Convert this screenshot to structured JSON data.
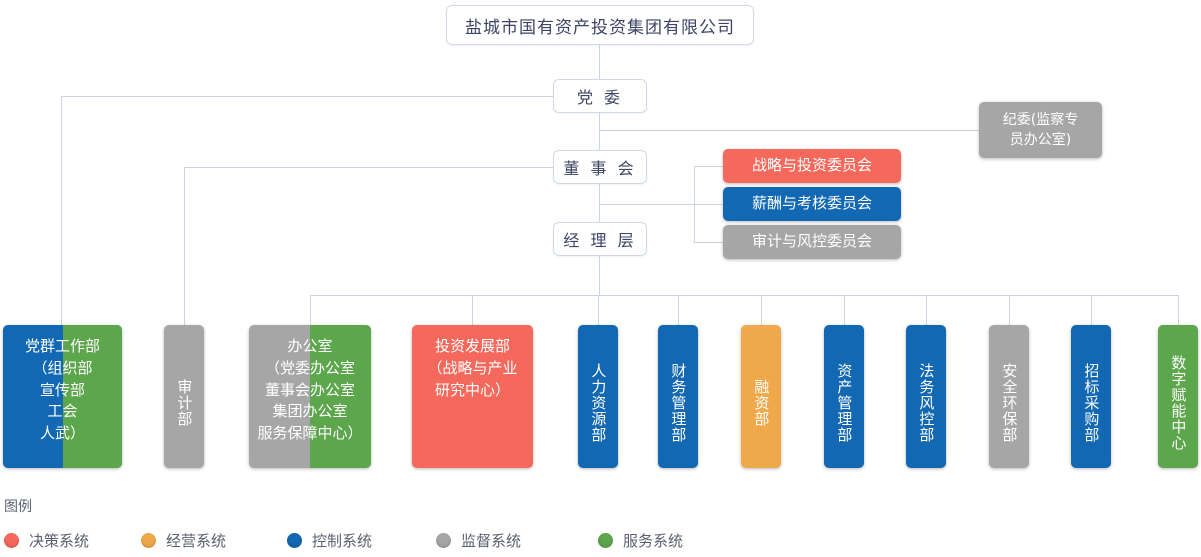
{
  "title": "盐城市国有资产投资集团有限公司",
  "colors": {
    "decision_red": "#F4695C",
    "operation_orange": "#EFA94A",
    "control_blue": "#1268B3",
    "supervision_gray": "#A6A6A6",
    "service_green": "#5CA64C",
    "line": "#ccd3e0",
    "plain_text": "#3d4466"
  },
  "governance": [
    {
      "label": "党 委"
    },
    {
      "label": "董 事 会"
    },
    {
      "label": "经 理 层"
    }
  ],
  "discipline": {
    "label": "纪委(监察专\n员办公室)",
    "system": "supervision"
  },
  "committees": [
    {
      "label": "战略与投资委员会",
      "system": "decision"
    },
    {
      "label": "薪酬与考核委员会",
      "system": "control"
    },
    {
      "label": "审计与风控委员会",
      "system": "supervision"
    }
  ],
  "departments": [
    {
      "label": "党群工作部\n（组织部\n宣传部\n工会\n人武）",
      "system": "control+service",
      "orientation": "horizontal"
    },
    {
      "label": "审计部",
      "system": "supervision",
      "orientation": "vertical"
    },
    {
      "label": "办公室\n（党委办公室\n董事会办公室\n集团办公室\n服务保障中心）",
      "system": "supervision+service",
      "orientation": "horizontal"
    },
    {
      "label": "投资发展部\n（战略与产业\n研究中心）",
      "system": "decision",
      "orientation": "horizontal"
    },
    {
      "label": "人力资源部",
      "system": "control",
      "orientation": "vertical"
    },
    {
      "label": "财务管理部",
      "system": "control",
      "orientation": "vertical"
    },
    {
      "label": "融资部",
      "system": "operation",
      "orientation": "vertical"
    },
    {
      "label": "资产管理部",
      "system": "control",
      "orientation": "vertical"
    },
    {
      "label": "法务风控部",
      "system": "control",
      "orientation": "vertical"
    },
    {
      "label": "安全环保部",
      "system": "supervision",
      "orientation": "vertical"
    },
    {
      "label": "招标采购部",
      "system": "control",
      "orientation": "vertical"
    },
    {
      "label": "数字赋能中心",
      "system": "service",
      "orientation": "vertical"
    }
  ],
  "legend": {
    "title": "图例",
    "items": [
      {
        "label": "决策系统",
        "color": "#F4695C"
      },
      {
        "label": "经营系统",
        "color": "#EFA94A"
      },
      {
        "label": "控制系统",
        "color": "#1268B3"
      },
      {
        "label": "监督系统",
        "color": "#A6A6A6"
      },
      {
        "label": "服务系统",
        "color": "#5CA64C"
      }
    ]
  }
}
